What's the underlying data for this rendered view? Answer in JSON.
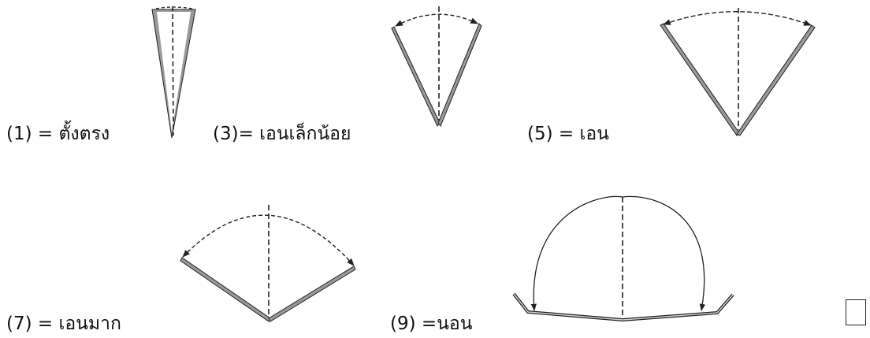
{
  "labels": {
    "l1": "(1) = ตั้งตรง",
    "l3": "(3)= เอนเล็กน้อย",
    "l5": "(5) = เอน",
    "l7": "(7) = เอนมาก",
    "l9": "(9) =นอน"
  },
  "colors": {
    "ink": "#222222",
    "fill": "#9a9a9a"
  },
  "icons": {
    "checkbox": "empty-square-checkbox-icon"
  }
}
